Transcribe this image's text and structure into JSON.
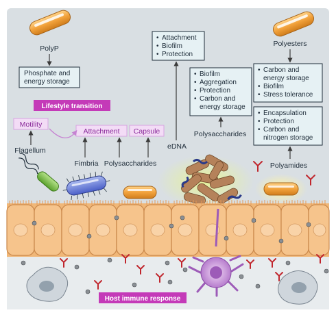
{
  "top_left": {
    "polyp_label": "PolyP",
    "box_line1": "Phosphate and",
    "box_line2": "energy storage"
  },
  "lifestyle_transition": "Lifestyle transition",
  "motility": "Motility",
  "attachment": "Attachment",
  "capsule": "Capsule",
  "flagellum": "Flagellum",
  "fimbria": "Fimbria",
  "polysaccharides_left": "Polysaccharides",
  "edna": {
    "label": "eDNA",
    "box": [
      "Attachment",
      "Biofilm",
      "Protection"
    ]
  },
  "polysaccharides_box": [
    "Biofilm",
    "Aggregation",
    "Protection",
    "Carbon and",
    "energy storage"
  ],
  "polysaccharides_mid": "Polysaccharides",
  "polyesters": {
    "label": "Polyesters",
    "box": [
      "Carbon and",
      "energy storage",
      "Biofilm",
      "Stress tolerance"
    ]
  },
  "polyamides": {
    "label": "Polyamides",
    "box": [
      "Encapsulation",
      "Protection",
      "Carbon and",
      "nitrogen storage"
    ]
  },
  "host_immune_response": "Host immune response",
  "colors": {
    "tag_magenta": "#c43ab8",
    "box_fill": "#e6f1f4",
    "cell_fill": "#f6c48c",
    "cell_stroke": "#c9874a",
    "bacteria_orange": "#f2a23c",
    "bacteria_green": "#7cc24a",
    "background_grey": "#d9dfe3",
    "antibody_red": "#c0262d"
  }
}
